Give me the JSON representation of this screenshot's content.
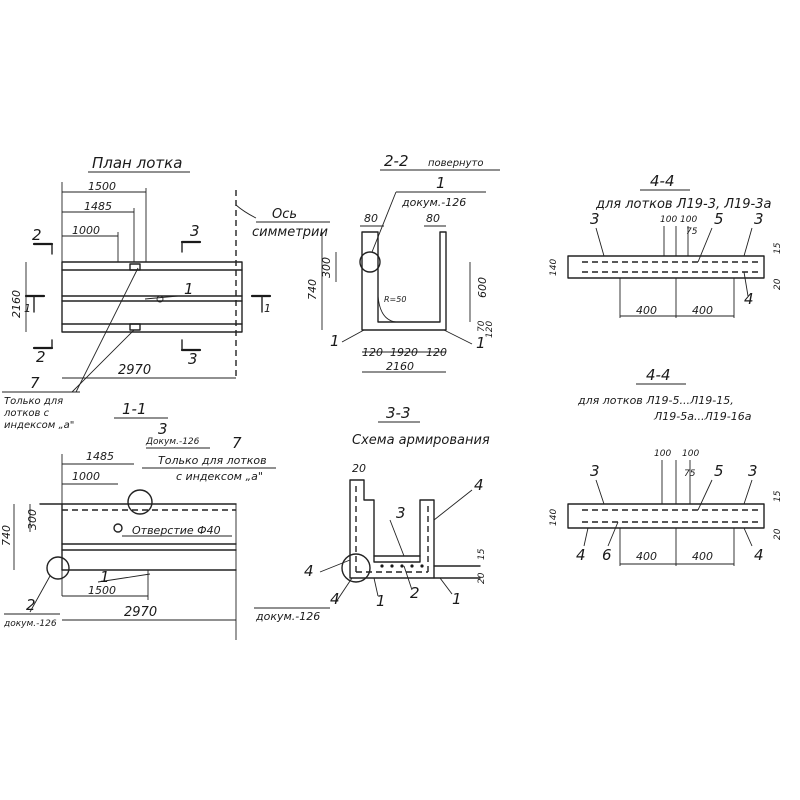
{
  "titles": {
    "plan": "План лотка",
    "sec22": "2-2",
    "sec22_note": "повернуто",
    "sec11": "1-1",
    "sec33": "3-3",
    "sec33_sub": "Схема армирования",
    "sec44a": "4-4",
    "sec44a_sub": "для лотков Л19-3, Л19-3а",
    "sec44b": "4-4",
    "sec44b_sub1": "для лотков Л19-5...Л19-15,",
    "sec44b_sub2": "Л19-5а...Л19-16а"
  },
  "plan": {
    "dims": {
      "d1500": "1500",
      "d1485": "1485",
      "d1000": "1000",
      "d2970": "2970",
      "d2160": "2160"
    },
    "axis_label_1": "Ось",
    "axis_label_2": "симметрии",
    "cut2": "2",
    "cut3": "3",
    "cut1": "1",
    "callout_1": "1",
    "callout_7": "7",
    "note_1": "Только для",
    "note_2": "лотков с",
    "note_3": "индексом „а\""
  },
  "sec22": {
    "callout_1": "1",
    "doc": "докум.-126",
    "dims": {
      "d80a": "80",
      "d80b": "80",
      "d300": "300",
      "d740": "740",
      "d600": "600",
      "d120a": "120",
      "d1920": "1920",
      "d120b": "120",
      "d2160": "2160",
      "d70": "70",
      "d120v": "120",
      "r50": "R=50"
    },
    "lbl1a": "1",
    "lbl1b": "1"
  },
  "sec11": {
    "callout_3": "3",
    "doc": "Докум.-126",
    "callout_7": "7",
    "note_1": "Только для лотков",
    "note_2": "с индексом „а\"",
    "dims": {
      "d1485": "1485",
      "d1000": "1000",
      "d740": "740",
      "d300": "300",
      "d1500": "1500",
      "d2970": "2970"
    },
    "hole": "Отверстие Ф40",
    "callout_1": "1",
    "callout_2": "2",
    "doc2": "докум.-126"
  },
  "sec33": {
    "d20": "20",
    "lbl4a": "4",
    "lbl3": "3",
    "lbl4b": "4",
    "lbl4c": "4",
    "lbl1a": "1",
    "lbl2": "2",
    "lbl1b": "1",
    "d15": "15",
    "d20b": "20",
    "doc": "докум.-126"
  },
  "sec44a": {
    "lbl3a": "3",
    "lbl3b": "3",
    "lbl5": "5",
    "lbl4": "4",
    "d100a": "100",
    "d100b": "100",
    "d75": "75",
    "d400a": "400",
    "d400b": "400",
    "d140": "140",
    "d15": "15",
    "d20": "20"
  },
  "sec44b": {
    "lbl3a": "3",
    "lbl3b": "3",
    "lbl5": "5",
    "lbl4a": "4",
    "lbl6": "6",
    "lbl4b": "4",
    "d100a": "100",
    "d100b": "100",
    "d75": "75",
    "d400a": "400",
    "d400b": "400",
    "d140": "140",
    "d15": "15",
    "d20": "20"
  }
}
